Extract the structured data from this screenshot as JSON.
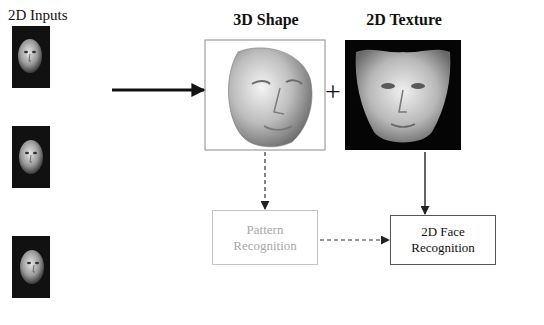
{
  "diagram": {
    "nodes": [
      {
        "text": [
          "2D Inputs"
        ]
      },
      {
        "text": [
          "3D Shape"
        ]
      },
      {
        "text": [
          "2D Texture"
        ]
      },
      {
        "text": [
          "Pattern Recognition"
        ]
      },
      {
        "text": [
          "2D Face Recognition"
        ]
      }
    ],
    "edges": [
      {
        "from": 0,
        "to": 1,
        "arrow": "to"
      },
      {
        "from": 1,
        "to": 3,
        "arrow": "to"
      },
      {
        "from": 2,
        "to": 4,
        "arrow": "to"
      },
      {
        "from": 3,
        "to": 4,
        "arrow": "to"
      }
    ],
    "labels": [
      "+"
    ]
  }
}
